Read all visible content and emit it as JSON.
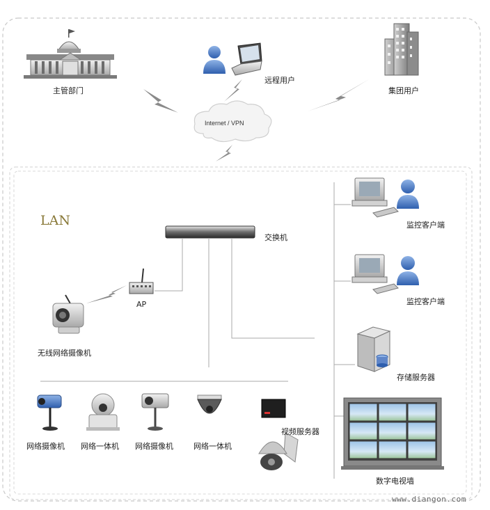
{
  "labels": {
    "authority": "主管部门",
    "remote_users": "远程用户",
    "group_users": "集团用户",
    "internet": "Internet / VPN",
    "lan": "LAN",
    "switch": "交换机",
    "ap": "AP",
    "wireless_camera": "无线网络摄像机",
    "monitor_client_1": "监控客户端",
    "monitor_client_2": "监控客户端",
    "storage_server": "存储服务器",
    "video_wall": "数字电视墙",
    "video_server": "视频服务器",
    "network_camera_1": "网络摄像机",
    "integrated_camera_1": "网络一体机",
    "network_camera_2": "网络摄像机",
    "integrated_camera_2": "网络一体机"
  },
  "watermark": "www.diangon.com"
}
